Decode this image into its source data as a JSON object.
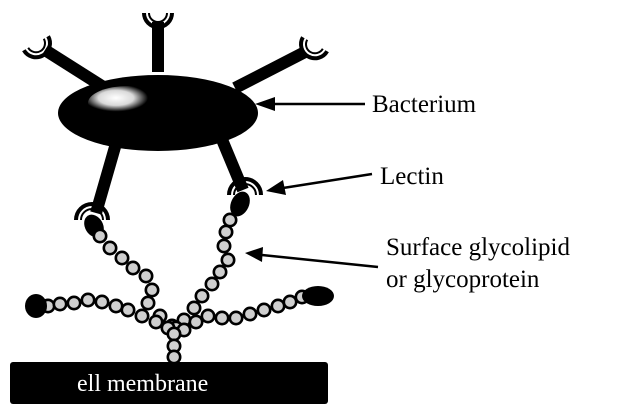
{
  "labels": {
    "bacterium": "Bacterium",
    "lectin": "Lectin",
    "glycolipid_line1": "Surface glycolipid",
    "glycolipid_line2": "or glycoprotein",
    "membrane": "ell membrane"
  },
  "colors": {
    "ink": "#000000",
    "bead": "#cfcfcf",
    "highlight": "#ffffff",
    "paper": "#ffffff"
  }
}
